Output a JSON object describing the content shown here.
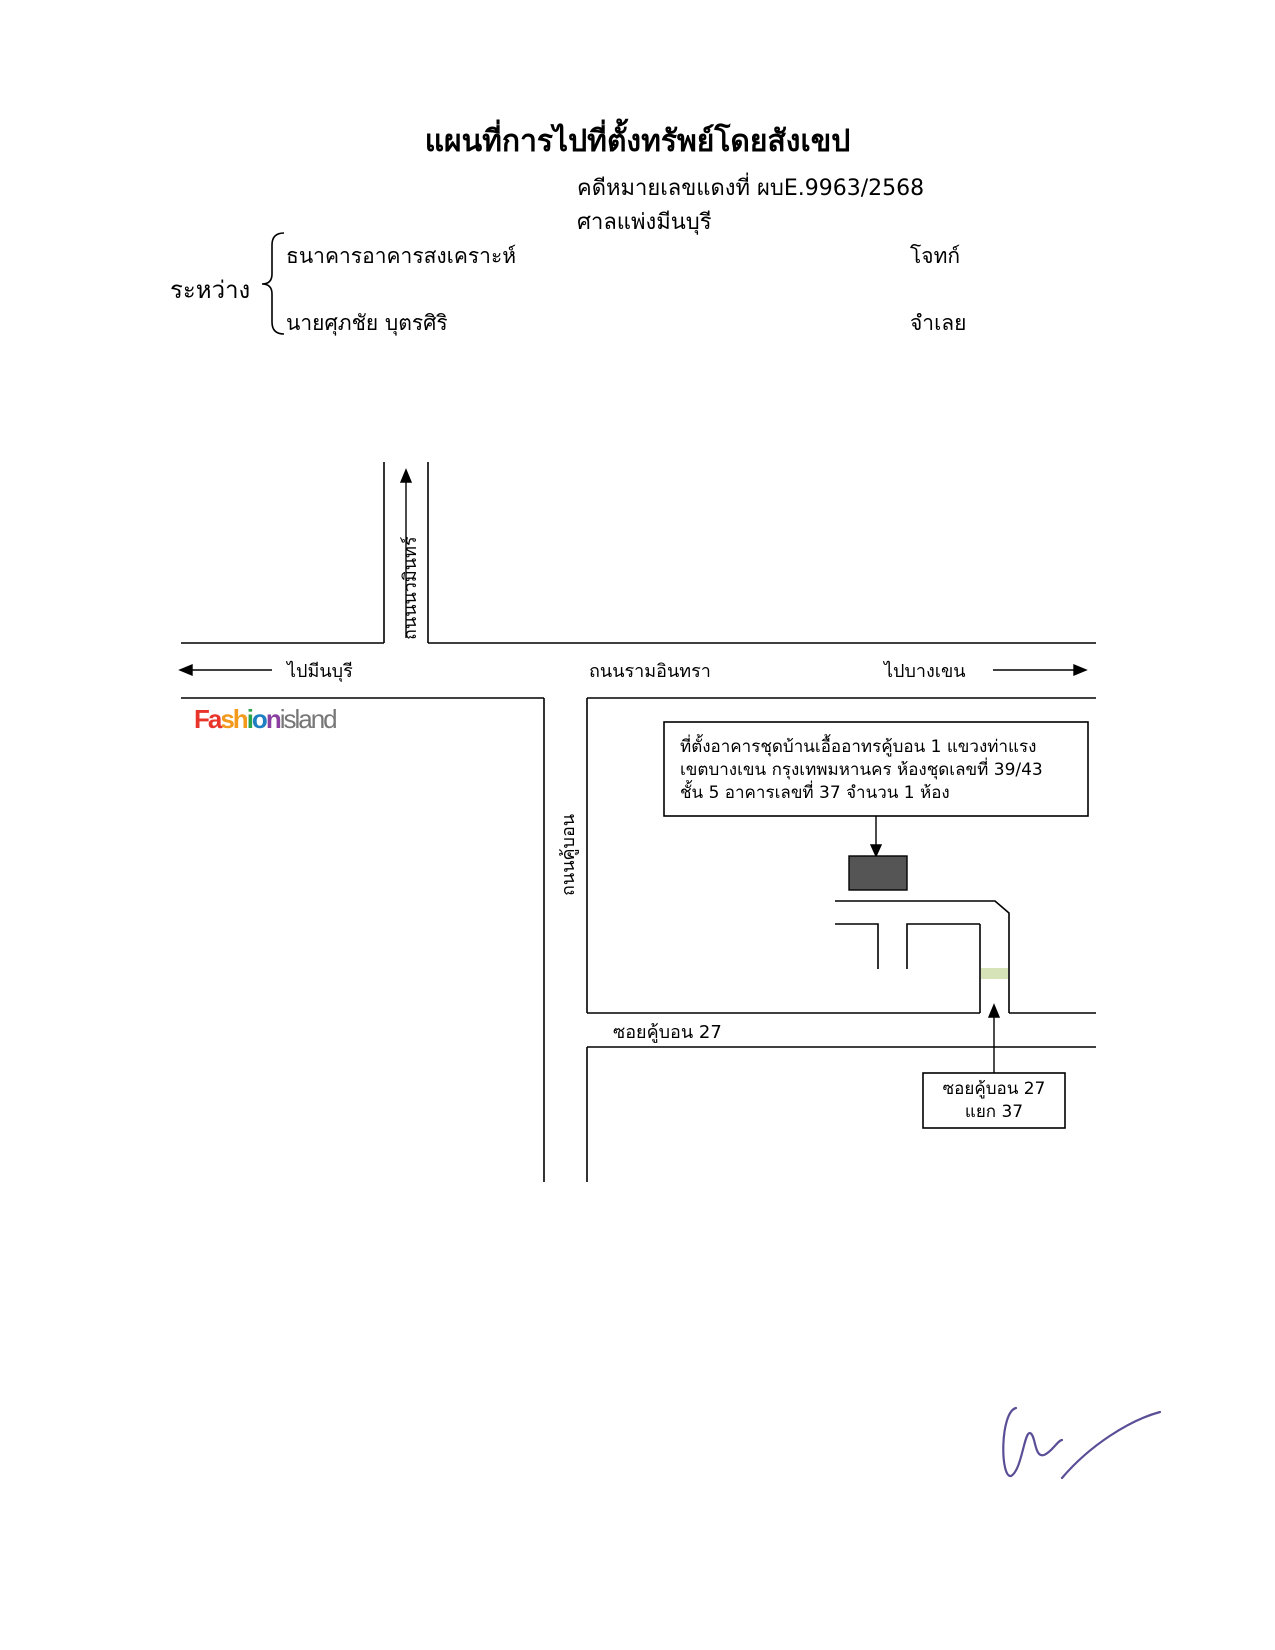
{
  "header": {
    "title": "แผนที่การไปที่ตั้งทรัพย์โดยสังเขป",
    "case_number": "คดีหมายเลขแดงที่ ผบE.9963/2568",
    "court": "ศาลแพ่งมีนบุรี",
    "between_label": "ระหว่าง",
    "plaintiff_name": "ธนาคารอาคารสงเคราะห์",
    "plaintiff_role": "โจทก์",
    "defendant_name": "นายศุภชัย บุตรศิริ",
    "defendant_role": "จำเลย"
  },
  "map": {
    "road_north": "ถนนนวมินทร์",
    "to_minburi": "ไปมีนบุรี",
    "main_road": "ถนนรามอินทรา",
    "to_bangkhen": "ไปบางเขน",
    "road_khubon": "ถนนคู้บอน",
    "soi": "ซอยคู้บอน 27",
    "landmark_logo": [
      "Fa",
      "sh",
      "i",
      "o",
      "n",
      "island"
    ],
    "location_box": [
      "ที่ตั้งอาคารชุดบ้านเอื้ออาทรคู้บอน 1 แขวงท่าแรง",
      "เขตบางเขน กรุงเทพมหานคร ห้องชุดเลขที่ 39/43",
      "ชั้น 5 อาคารเลขที่ 37 จำนวน 1 ห้อง"
    ],
    "branch_box": [
      "ซอยคู้บอน 27",
      "แยก 37"
    ],
    "colors": {
      "target_building": "#555555",
      "gate_marker": "#d6e3b8",
      "signature": "#5a4f96"
    }
  }
}
